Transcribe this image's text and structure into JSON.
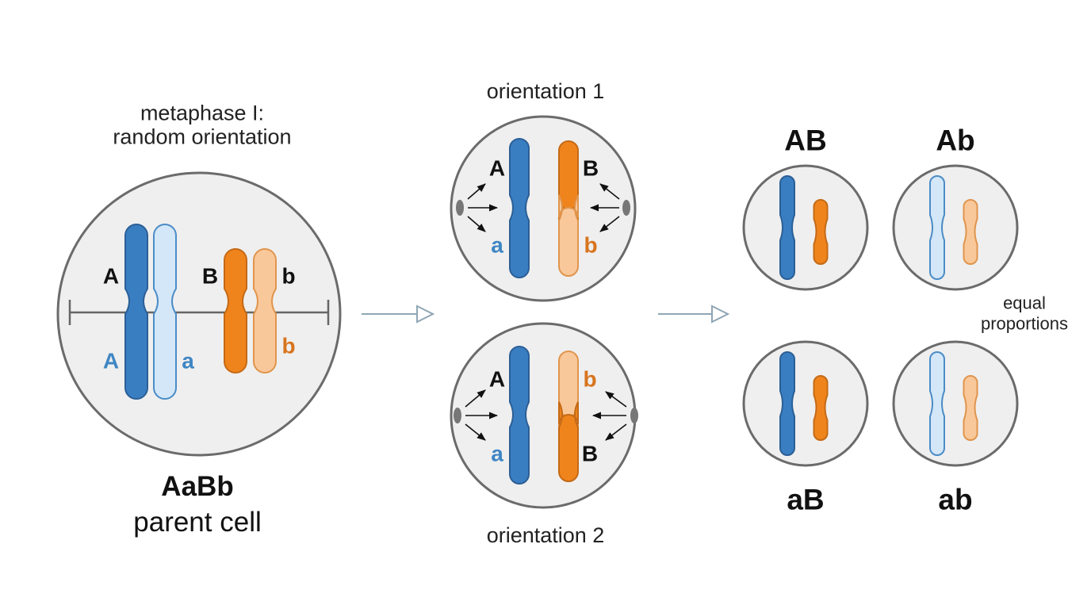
{
  "colors": {
    "blue_dark": "#3a7ec2",
    "blue_light": "#d3e7f8",
    "orange_dark": "#f0841c",
    "orange_light": "#f9c89a",
    "allele_lower_blue": "#3f86c4",
    "allele_lower_orange": "#d8741e",
    "cell_fill": "#efefef",
    "cell_stroke": "#6b6b6b",
    "arrow": "#8fa6b5"
  },
  "parent": {
    "title_line1": "metaphase I:",
    "title_line2": "random orientation",
    "genotype": "AaBb",
    "caption": "parent cell",
    "alleles": {
      "A_top": "A",
      "A_bottom": "A",
      "a_bottom": "a",
      "B_top": "B",
      "b_top": "b",
      "b_bottom": "b"
    }
  },
  "orientation1": {
    "label": "orientation 1",
    "alleles": {
      "left_top": "A",
      "left_bottom": "a",
      "right_top": "B",
      "right_bottom": "b"
    }
  },
  "orientation2": {
    "label": "orientation 2",
    "alleles": {
      "left_top": "A",
      "left_bottom": "a",
      "right_top": "b",
      "right_bottom": "B"
    }
  },
  "gametes": [
    {
      "genotype": "AB",
      "blue": "dark",
      "orange": "dark"
    },
    {
      "genotype": "Ab",
      "blue": "light",
      "orange": "light"
    },
    {
      "genotype": "aB",
      "blue": "dark",
      "orange": "dark"
    },
    {
      "genotype": "ab",
      "blue": "light",
      "orange": "light"
    }
  ],
  "note": {
    "line1": "equal",
    "line2": "proportions"
  },
  "icons": [
    "flow-arrow-icon",
    "spindle-pole-icon",
    "spindle-arrow-icon"
  ]
}
